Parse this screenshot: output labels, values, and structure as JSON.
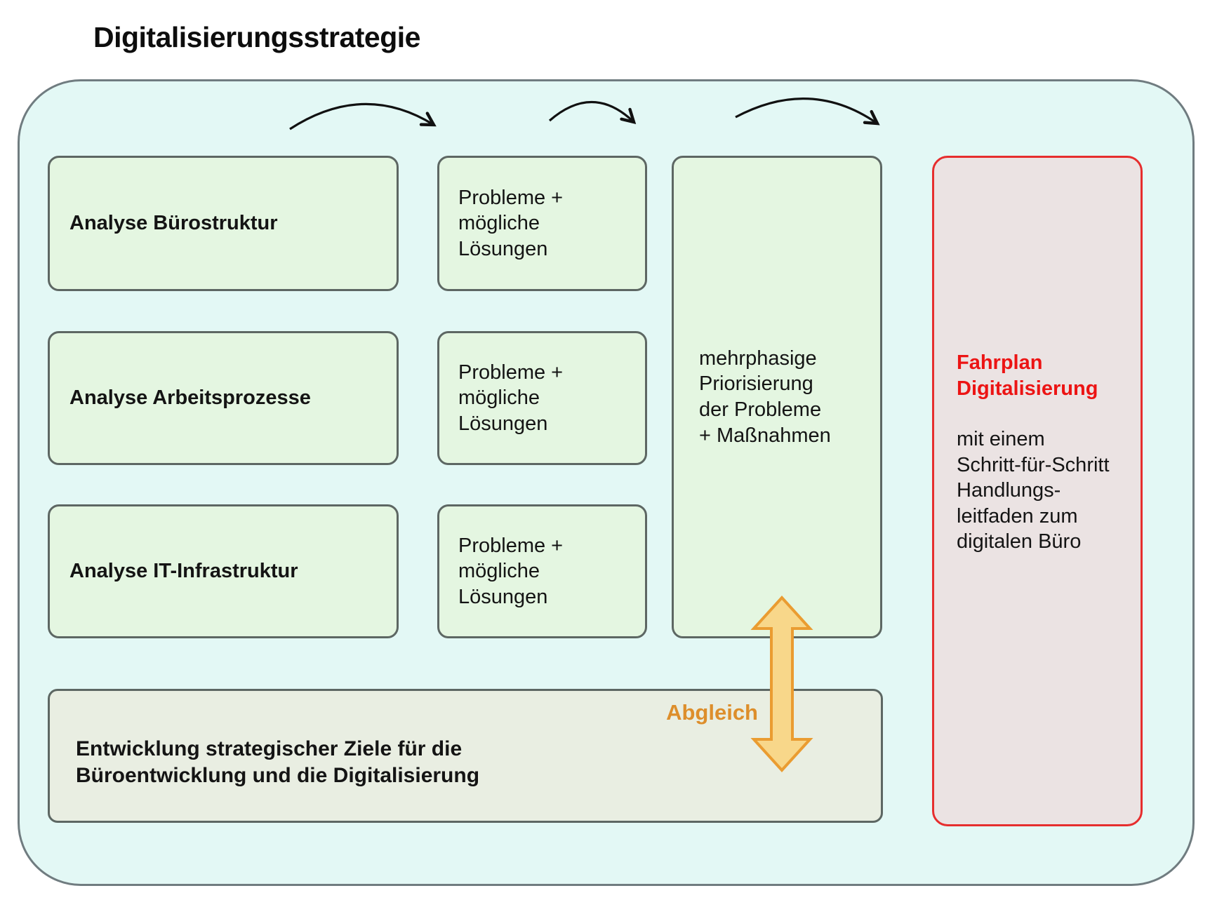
{
  "title": "Digitalisierungsstrategie",
  "colors": {
    "container_bg": "#e3f8f5",
    "container_border": "#707c80",
    "box_green_bg": "#e4f6e1",
    "box_border_gray": "#5d6763",
    "roadmap_bg": "#ebe3e3",
    "roadmap_border_red": "#e62e2e",
    "roadmap_heading_red": "#ec1414",
    "goals_bg": "#e9eee2",
    "abgleich_orange": "#dd8e2b",
    "comparison_arrow_fill": "#f8d78a",
    "comparison_arrow_stroke": "#ea9c31",
    "flow_arrow_black": "#111111"
  },
  "analysis_column": [
    {
      "label": "Analyse Bürostruktur"
    },
    {
      "label": "Analyse Arbeitsprozesse"
    },
    {
      "label": "Analyse IT-Infrastruktur"
    }
  ],
  "problems_column": [
    {
      "text": "Probleme +\nmögliche\nLösungen"
    },
    {
      "text": "Probleme +\nmögliche\nLösungen"
    },
    {
      "text": "Probleme +\nmögliche\nLösungen"
    }
  ],
  "prioritization_box": {
    "text": "mehrphasige\nPriorisierung\nder Probleme\n+ Maßnahmen"
  },
  "roadmap_box": {
    "heading": "Fahrplan\nDigitalisierung",
    "body": "mit einem\nSchritt-für-Schritt\nHandlungs-\nleitfaden zum\ndigitalen Büro"
  },
  "goals_box": {
    "text": "Entwicklung strategischer Ziele für die\nBüroentwicklung und die Digitalisierung"
  },
  "comparison_arrow": {
    "label": "Abgleich"
  },
  "flow_arrow_icons": [
    "flow-arrow-1-icon",
    "flow-arrow-2-icon",
    "flow-arrow-3-icon"
  ]
}
